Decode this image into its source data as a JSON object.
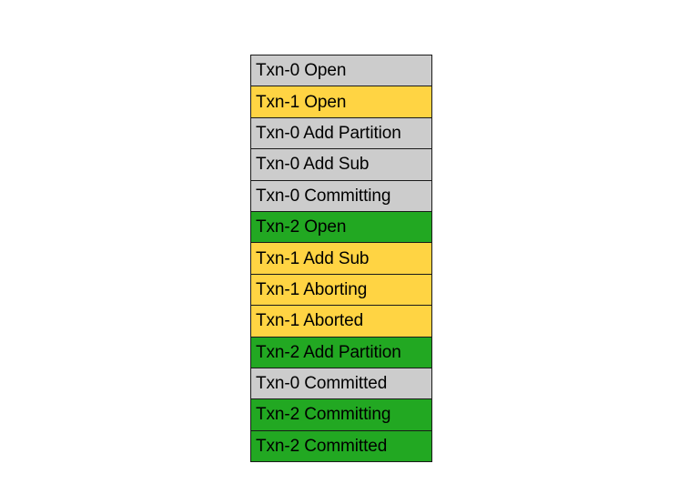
{
  "palette": {
    "background": "#ffffff",
    "border": "#1a1a1a",
    "text": "#000000",
    "txn0_gray": "#cccccc",
    "txn1_yellow": "#ffd443",
    "txn2_green": "#22a822"
  },
  "diagram": {
    "name": "transaction-event-sequence",
    "row_count": 13,
    "rows": [
      {
        "label": "Txn-0 Open",
        "txn": "Txn-0",
        "state": "Open",
        "color": "#cccccc"
      },
      {
        "label": "Txn-1 Open",
        "txn": "Txn-1",
        "state": "Open",
        "color": "#ffd443"
      },
      {
        "label": "Txn-0 Add Partition",
        "txn": "Txn-0",
        "state": "Add Partition",
        "color": "#cccccc"
      },
      {
        "label": "Txn-0 Add Sub",
        "txn": "Txn-0",
        "state": "Add Sub",
        "color": "#cccccc"
      },
      {
        "label": "Txn-0 Committing",
        "txn": "Txn-0",
        "state": "Committing",
        "color": "#cccccc"
      },
      {
        "label": "Txn-2 Open",
        "txn": "Txn-2",
        "state": "Open",
        "color": "#22a822"
      },
      {
        "label": "Txn-1 Add Sub",
        "txn": "Txn-1",
        "state": "Add Sub",
        "color": "#ffd443"
      },
      {
        "label": "Txn-1 Aborting",
        "txn": "Txn-1",
        "state": "Aborting",
        "color": "#ffd443"
      },
      {
        "label": "Txn-1 Aborted",
        "txn": "Txn-1",
        "state": "Aborted",
        "color": "#ffd443"
      },
      {
        "label": "Txn-2 Add Partition",
        "txn": "Txn-2",
        "state": "Add Partition",
        "color": "#22a822"
      },
      {
        "label": "Txn-0 Committed",
        "txn": "Txn-0",
        "state": "Committed",
        "color": "#cccccc"
      },
      {
        "label": "Txn-2 Committing",
        "txn": "Txn-2",
        "state": "Committing",
        "color": "#22a822"
      },
      {
        "label": "Txn-2 Committed",
        "txn": "Txn-2",
        "state": "Committed",
        "color": "#22a822"
      }
    ]
  }
}
